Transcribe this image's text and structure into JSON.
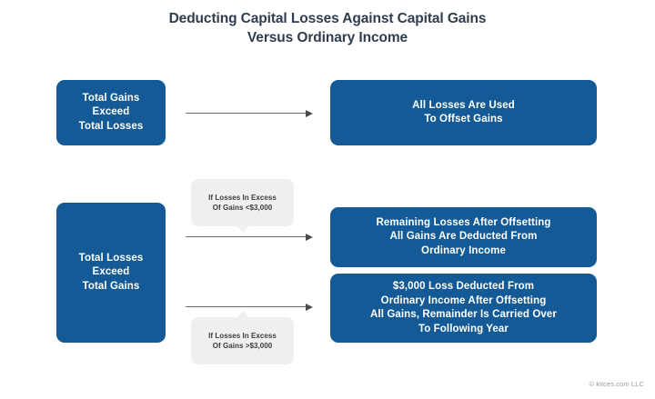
{
  "title": {
    "line1": "Deducting Capital Losses Against Capital Gains",
    "line2": "Versus Ordinary Income"
  },
  "boxes": {
    "gains_exceed_losses": {
      "line1": "Total Gains",
      "line2": "Exceed",
      "line3": "Total Losses"
    },
    "all_losses_offset": {
      "line1": "All Losses Are Used",
      "line2": "To Offset Gains"
    },
    "losses_exceed_gains": {
      "line1": "Total Losses",
      "line2": "Exceed",
      "line3": "Total Gains"
    },
    "remaining_losses": {
      "line1": "Remaining Losses After Offsetting",
      "line2": "All Gains Are Deducted From",
      "line3": "Ordinary Income"
    },
    "loss_deducted_3000": {
      "line1": "$3,000 Loss Deducted From",
      "line2": "Ordinary Income After Offsetting",
      "line3": "All Gains, Remainder Is Carried Over",
      "line4": "To Following Year"
    }
  },
  "callouts": {
    "under_3000": {
      "line1": "If Losses In Excess",
      "line2": "Of Gains <$3,000"
    },
    "over_3000": {
      "line1": "If Losses In Excess",
      "line2": "Of Gains >$3,000"
    }
  },
  "attribution": "© kitces.com LLC",
  "colors": {
    "box_blue": "#135a96",
    "callout_gray": "#efefef",
    "title_navy": "#2f3d4e",
    "arrow_gray": "#6e6e6e",
    "attribution_gray": "#9a9a9a",
    "background": "#ffffff"
  }
}
